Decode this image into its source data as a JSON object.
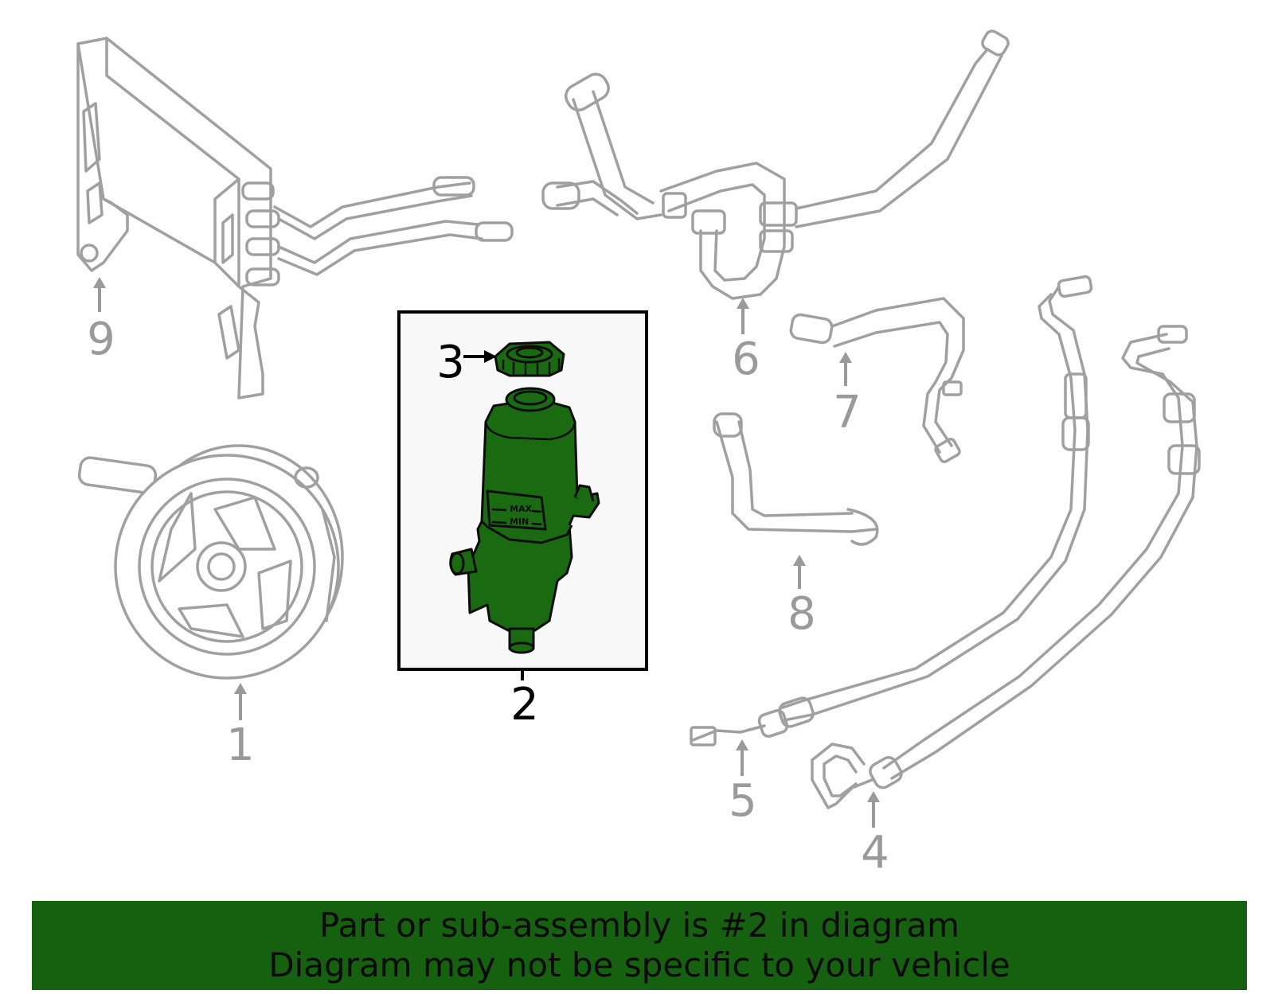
{
  "banner": {
    "background": "#156110",
    "line1": "Part or sub-assembly is #2 in diagram",
    "line2": "Diagram may not be specific to your vehicle"
  },
  "callouts": {
    "c1": "1",
    "c2": "2",
    "c3": "3",
    "c4": "4",
    "c5": "5",
    "c6": "6",
    "c7": "7",
    "c8": "8",
    "c9": "9"
  },
  "reservoir_labels": {
    "max": "MAX",
    "min": "MIN"
  },
  "highlight_color": "#1a6a12",
  "highlighted_part": "2"
}
